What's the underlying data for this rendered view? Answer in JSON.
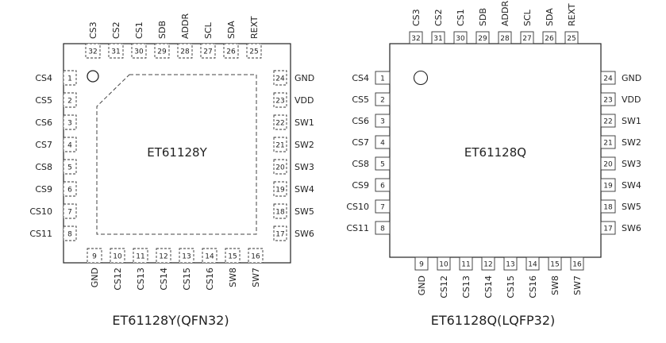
{
  "packages": [
    {
      "id": "qfn",
      "chip_name": "ET61128Y",
      "caption": "ET61128Y(QFN32)",
      "pins": {
        "left": [
          [
            "CS4",
            "1"
          ],
          [
            "CS5",
            "2"
          ],
          [
            "CS6",
            "3"
          ],
          [
            "CS7",
            "4"
          ],
          [
            "CS8",
            "5"
          ],
          [
            "CS9",
            "6"
          ],
          [
            "CS10",
            "7"
          ],
          [
            "CS11",
            "8"
          ]
        ],
        "bottom": [
          [
            "GND",
            "9"
          ],
          [
            "CS12",
            "10"
          ],
          [
            "CS13",
            "11"
          ],
          [
            "CS14",
            "12"
          ],
          [
            "CS15",
            "13"
          ],
          [
            "CS16",
            "14"
          ],
          [
            "SW8",
            "15"
          ],
          [
            "SW7",
            "16"
          ]
        ],
        "right": [
          [
            "SW6",
            "17"
          ],
          [
            "SW5",
            "18"
          ],
          [
            "SW4",
            "19"
          ],
          [
            "SW3",
            "20"
          ],
          [
            "SW2",
            "21"
          ],
          [
            "SW1",
            "22"
          ],
          [
            "VDD",
            "23"
          ],
          [
            "GND",
            "24"
          ]
        ],
        "top": [
          [
            "REXT",
            "25"
          ],
          [
            "SDA",
            "26"
          ],
          [
            "SCL",
            "27"
          ],
          [
            "ADDR",
            "28"
          ],
          [
            "SDB",
            "29"
          ],
          [
            "CS1",
            "30"
          ],
          [
            "CS2",
            "31"
          ],
          [
            "CS3",
            "32"
          ]
        ]
      }
    },
    {
      "id": "lqfp",
      "chip_name": "ET61128Q",
      "caption": "ET61128Q(LQFP32)",
      "pins": {
        "left": [
          [
            "CS4",
            "1"
          ],
          [
            "CS5",
            "2"
          ],
          [
            "CS6",
            "3"
          ],
          [
            "CS7",
            "4"
          ],
          [
            "CS8",
            "5"
          ],
          [
            "CS9",
            "6"
          ],
          [
            "CS10",
            "7"
          ],
          [
            "CS11",
            "8"
          ]
        ],
        "bottom": [
          [
            "GND",
            "9"
          ],
          [
            "CS12",
            "10"
          ],
          [
            "CS13",
            "11"
          ],
          [
            "CS14",
            "12"
          ],
          [
            "CS15",
            "13"
          ],
          [
            "CS16",
            "14"
          ],
          [
            "SW8",
            "15"
          ],
          [
            "SW7",
            "16"
          ]
        ],
        "right": [
          [
            "SW6",
            "17"
          ],
          [
            "SW5",
            "18"
          ],
          [
            "SW4",
            "19"
          ],
          [
            "SW3",
            "20"
          ],
          [
            "SW2",
            "21"
          ],
          [
            "SW1",
            "22"
          ],
          [
            "VDD",
            "23"
          ],
          [
            "GND",
            "24"
          ]
        ],
        "top": [
          [
            "REXT",
            "25"
          ],
          [
            "SDA",
            "26"
          ],
          [
            "SCL",
            "27"
          ],
          [
            "ADDR",
            "28"
          ],
          [
            "SDB",
            "29"
          ],
          [
            "CS1",
            "30"
          ],
          [
            "CS2",
            "31"
          ],
          [
            "CS3",
            "32"
          ]
        ]
      }
    }
  ]
}
